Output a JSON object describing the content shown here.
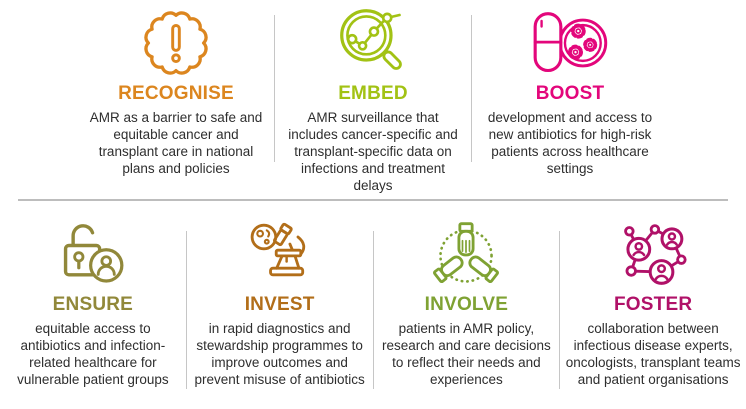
{
  "text_color": "#2e2e2e",
  "divider_color": "#c4c4c4",
  "rows": [
    {
      "items": [
        {
          "title": "RECOGNISE",
          "body": "AMR as a barrier to safe and equitable cancer and transplant care in national plans and policies",
          "color": "#DC861F",
          "icon": "badge-exclamation"
        },
        {
          "title": "EMBED",
          "body": "AMR surveillance that includes cancer-specific and transplant-specific data on infections and treatment delays",
          "color": "#A2C214",
          "icon": "magnifier-data-chart"
        },
        {
          "title": "BOOST",
          "body": "development and access to new antibiotics for high-risk patients across healthcare settings",
          "color": "#E3067B",
          "icon": "capsule-petri-dish"
        }
      ]
    },
    {
      "items": [
        {
          "title": "ENSURE",
          "body": "equitable access to antibiotics and infection-related healthcare for vulnerable patient groups",
          "color": "#91883A",
          "icon": "open-padlock-person"
        },
        {
          "title": "INVEST",
          "body": "in rapid diagnostics and stewardship programmes to improve outcomes and prevent misuse of antibiotics",
          "color": "#B26E19",
          "icon": "microscope-diagnostics"
        },
        {
          "title": "INVOLVE",
          "body": "patients in AMR policy, research and care decisions to reflect their needs and experiences",
          "color": "#7FA233",
          "icon": "hands-together"
        },
        {
          "title": "FOSTER",
          "body": "collaboration between infectious disease experts, oncologists, transplant teams and patient organisations",
          "color": "#B01168",
          "icon": "people-network"
        }
      ]
    }
  ]
}
